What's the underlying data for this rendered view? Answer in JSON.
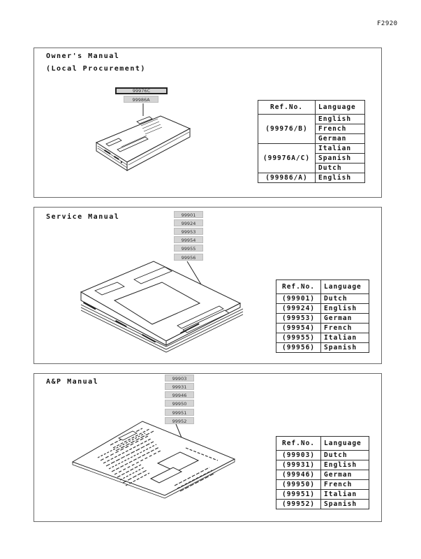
{
  "figure_id": "F2920",
  "owners_manual": {
    "title_line1": "Owner's Manual",
    "title_line2": "(Local Procurement)",
    "ref_labels": [
      "99976C",
      "99986A"
    ],
    "table": {
      "headers": [
        "Ref.No.",
        "Language"
      ],
      "groups": [
        {
          "ref": "(99976/B)",
          "languages": [
            "English",
            "French",
            "German"
          ]
        },
        {
          "ref": "(99976A/C)",
          "languages": [
            "Italian",
            "Spanish",
            "Dutch"
          ]
        },
        {
          "ref": "(99986/A)",
          "languages": [
            "English"
          ]
        }
      ]
    }
  },
  "service_manual": {
    "title": "Service Manual",
    "ref_labels": [
      "99901",
      "99924",
      "99953",
      "99954",
      "99955",
      "99956"
    ],
    "table": {
      "headers": [
        "Ref.No.",
        "Language"
      ],
      "rows": [
        {
          "ref": "(99901)",
          "language": "Dutch"
        },
        {
          "ref": "(99924)",
          "language": "English"
        },
        {
          "ref": "(99953)",
          "language": "German"
        },
        {
          "ref": "(99954)",
          "language": "French"
        },
        {
          "ref": "(99955)",
          "language": "Italian"
        },
        {
          "ref": "(99956)",
          "language": "Spanish"
        }
      ]
    }
  },
  "ap_manual": {
    "title": "A&P Manual",
    "ref_labels": [
      "99903",
      "99931",
      "99946",
      "99950",
      "99951",
      "99952"
    ],
    "table": {
      "headers": [
        "Ref.No.",
        "Language"
      ],
      "rows": [
        {
          "ref": "(99903)",
          "language": "Dutch"
        },
        {
          "ref": "(99931)",
          "language": "English"
        },
        {
          "ref": "(99946)",
          "language": "German"
        },
        {
          "ref": "(99950)",
          "language": "French"
        },
        {
          "ref": "(99951)",
          "language": "Italian"
        },
        {
          "ref": "(99952)",
          "language": "Spanish"
        }
      ]
    }
  }
}
